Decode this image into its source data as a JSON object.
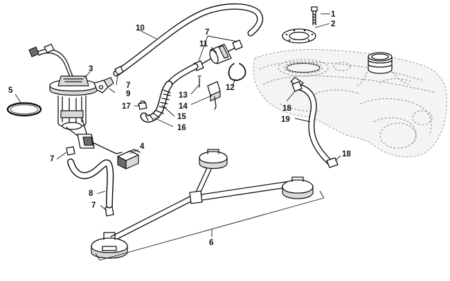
{
  "callouts": [
    "1",
    "2",
    "3",
    "4",
    "5",
    "6",
    "7",
    "7",
    "7",
    "7",
    "8",
    "9",
    "10",
    "11",
    "12",
    "13",
    "14",
    "15",
    "16",
    "17",
    "18",
    "18",
    "19"
  ]
}
